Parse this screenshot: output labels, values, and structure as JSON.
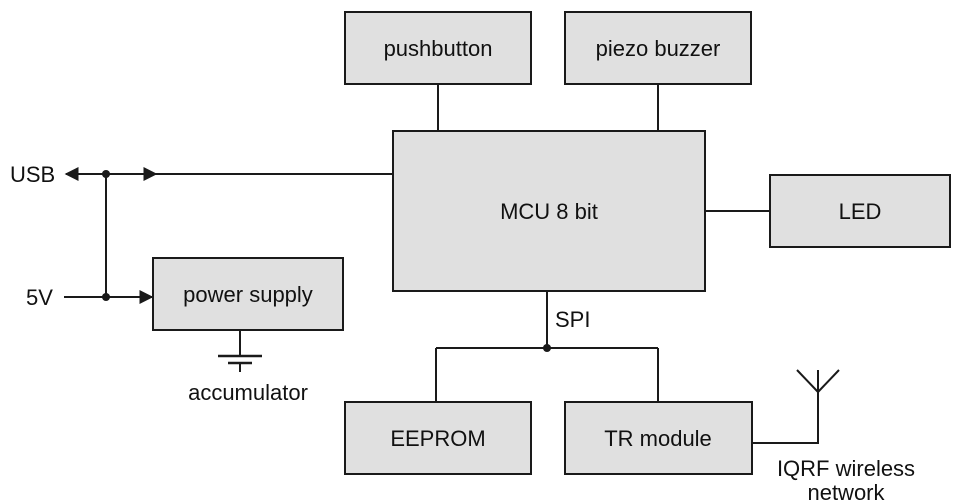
{
  "blocks": {
    "pushbutton": "pushbutton",
    "piezo": "piezo buzzer",
    "mcu": "MCU 8 bit",
    "led": "LED",
    "power": "power supply",
    "eeprom": "EEPROM",
    "tr": "TR module"
  },
  "labels": {
    "usb": "USB",
    "v5": "5V",
    "spi": "SPI",
    "accumulator": "accumulator",
    "iqrf_line1": "IQRF wireless",
    "iqrf_line2": "network"
  },
  "colors": {
    "block_fill": "#e0e0e0",
    "line": "#1a1a1a"
  }
}
